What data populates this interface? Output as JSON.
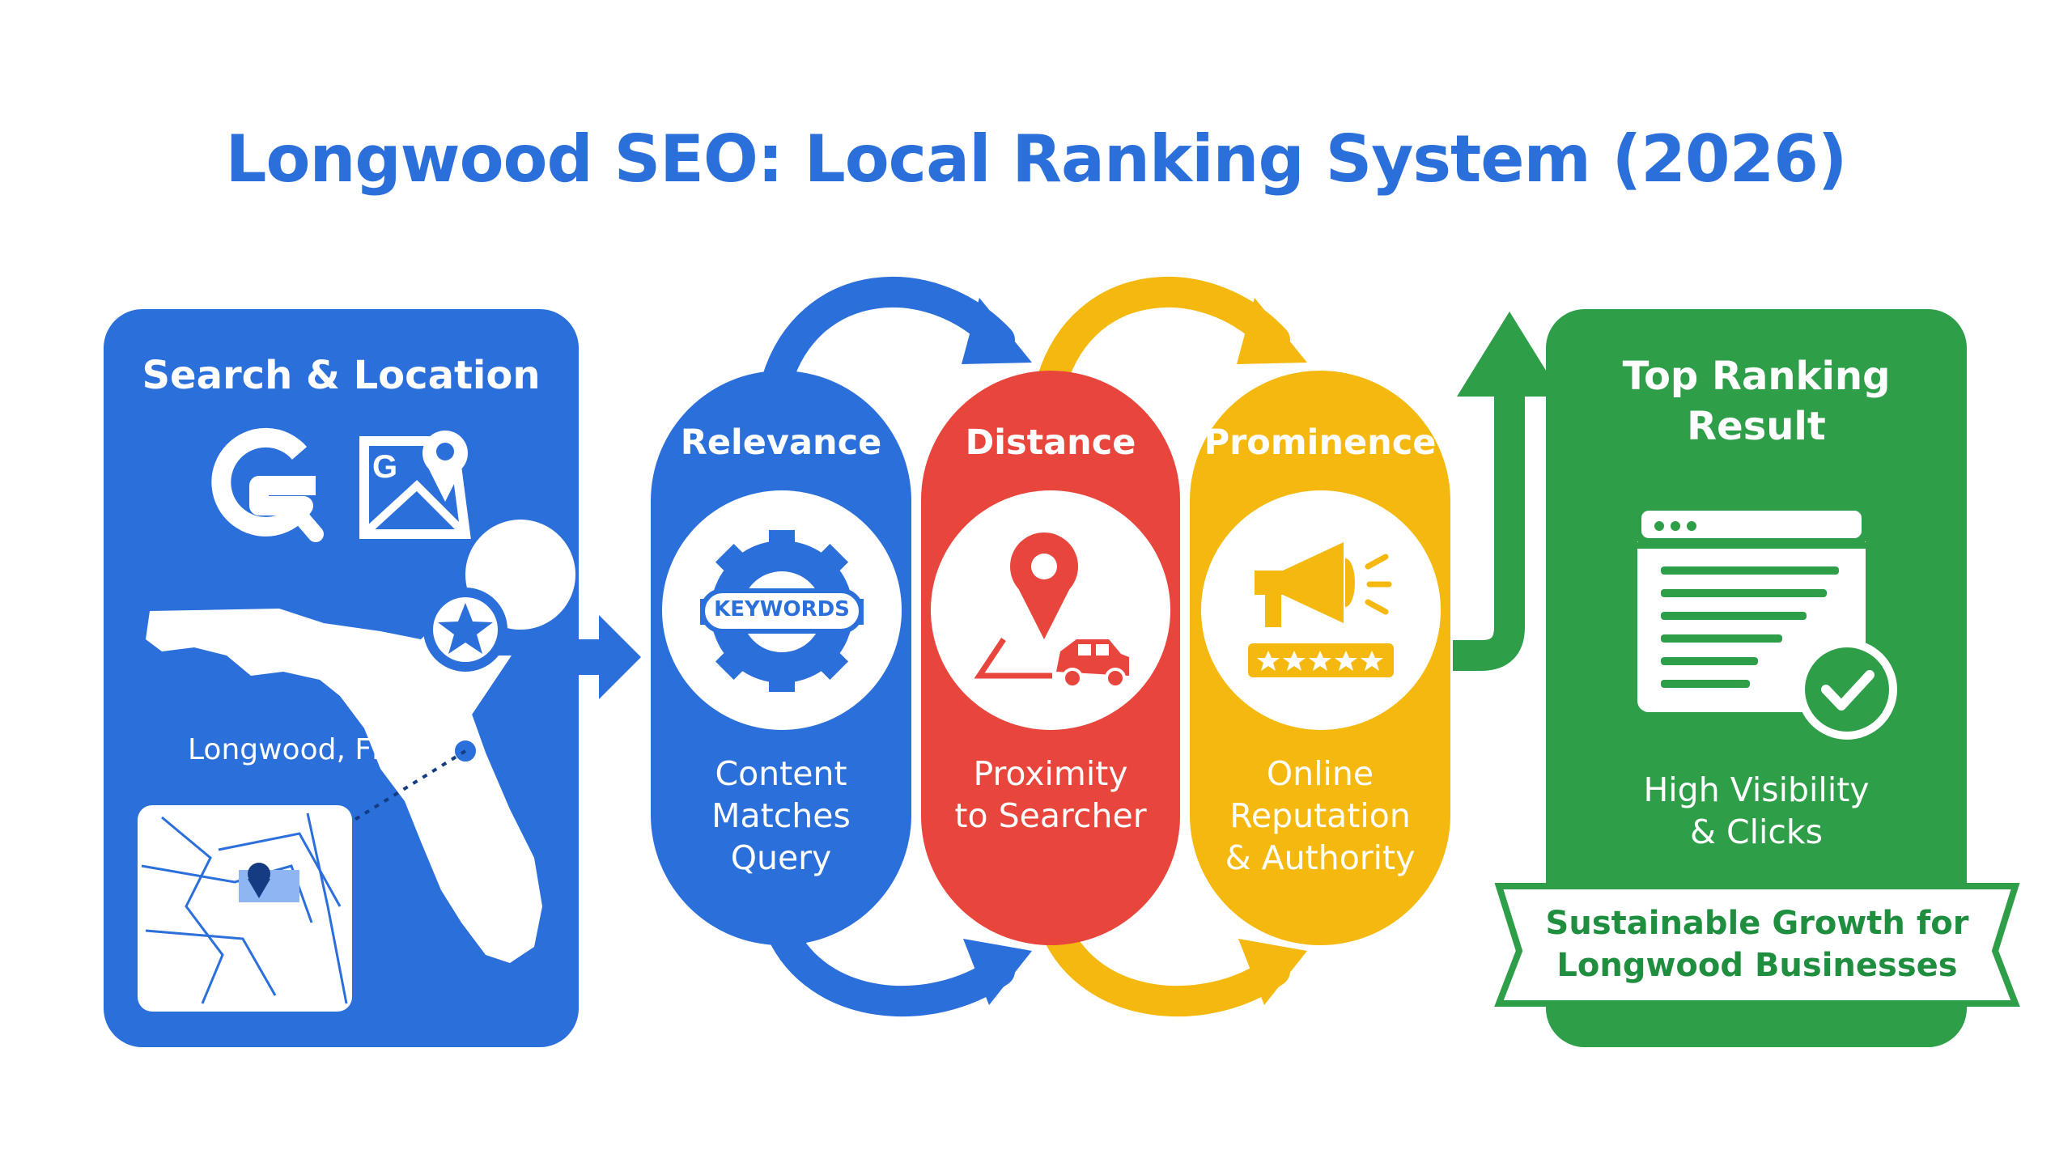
{
  "title": "Longwood SEO: Local Ranking System (2026)",
  "search_card": {
    "heading": "Search & Location",
    "location_label": "Longwood, FL",
    "icons": [
      "google-search-icon",
      "google-maps-icon",
      "star-map-pin-icon",
      "florida-map-icon",
      "county-inset-map-icon"
    ]
  },
  "factors": [
    {
      "heading": "Relevance",
      "badge": "KEYWORDS",
      "description_lines": [
        "Content",
        "Matches",
        "Query"
      ],
      "color": "#2b6fdb",
      "icon": "keywords-gear-icon"
    },
    {
      "heading": "Distance",
      "description_lines": [
        "Proximity",
        "to Searcher"
      ],
      "color": "#e8453c",
      "icon": "pin-route-car-icon"
    },
    {
      "heading": "Prominence",
      "description_lines": [
        "Online",
        "Reputation",
        "& Authority"
      ],
      "color": "#f5b80f",
      "icon": "megaphone-stars-icon"
    }
  ],
  "result_card": {
    "heading_lines": [
      "Top Ranking",
      "Result"
    ],
    "description_lines": [
      "High Visibility",
      "& Clicks"
    ],
    "banner_lines": [
      "Sustainable Growth for",
      "Longwood Businesses"
    ],
    "color": "#2e9e48",
    "icon": "browser-check-icon"
  },
  "colors": {
    "blue": "#2b6fdb",
    "red": "#e8453c",
    "yellow": "#f5b80f",
    "green": "#2e9e48",
    "title": "#2b6fdb"
  }
}
